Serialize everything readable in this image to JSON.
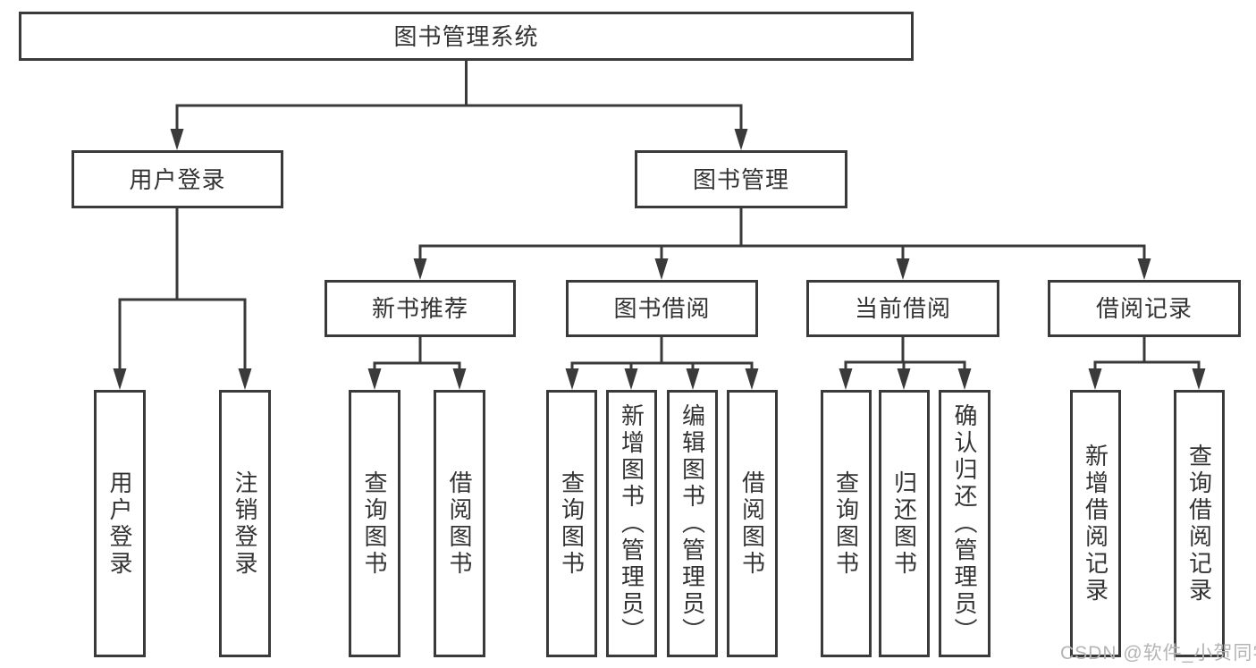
{
  "tree": {
    "root": {
      "label": "图书管理系统"
    },
    "branches": [
      {
        "label": "用户登录",
        "children": [
          {
            "label": "用户登录"
          },
          {
            "label": "注销登录"
          }
        ]
      },
      {
        "label": "图书管理",
        "children": [
          {
            "label": "新书推荐",
            "children": [
              {
                "label": "查询图书"
              },
              {
                "label": "借阅图书"
              }
            ]
          },
          {
            "label": "图书借阅",
            "children": [
              {
                "label": "查询图书"
              },
              {
                "label": "新增图书（管理员）"
              },
              {
                "label": "编辑图书（管理员）"
              },
              {
                "label": "借阅图书"
              }
            ]
          },
          {
            "label": "当前借阅",
            "children": [
              {
                "label": "查询图书"
              },
              {
                "label": "归还图书"
              },
              {
                "label": "确认归还（管理员）"
              }
            ]
          },
          {
            "label": "借阅记录",
            "children": [
              {
                "label": "新增借阅记录"
              },
              {
                "label": "查询借阅记录"
              }
            ]
          }
        ]
      }
    ]
  },
  "watermark": "CSDN @软件_小贺同学",
  "colors": {
    "line": "#3a3a3a",
    "text": "#333333",
    "watermark": "#b4b4b6",
    "background": "#ffffff"
  }
}
